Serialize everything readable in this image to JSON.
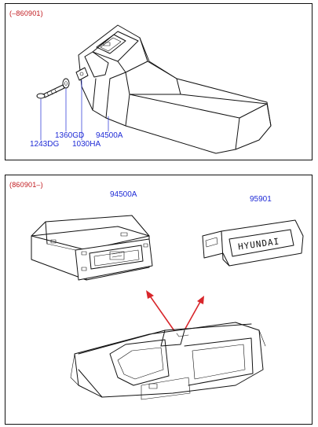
{
  "top_panel": {
    "range": "(–860901)",
    "labels": {
      "part_1243DG": "1243DG",
      "part_1360GD": "1360GD",
      "part_1030HA": "1030HA",
      "part_94500A": "94500A"
    }
  },
  "bottom_panel": {
    "range": "(860901–)",
    "labels": {
      "part_94500A": "94500A",
      "part_95901": "95901"
    },
    "logo_text": "HYUNDAI"
  },
  "colors": {
    "range_text": "#c0171c",
    "part_label": "#1f2bd6",
    "arrow": "#d8262b"
  }
}
